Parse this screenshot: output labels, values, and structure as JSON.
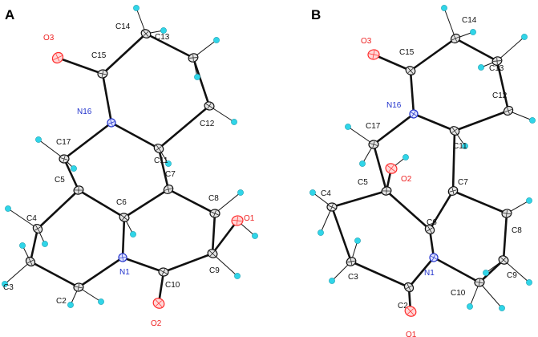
{
  "colors": {
    "carbon_fill": "#e4e4e4",
    "carbon_stroke": "#111111",
    "oxygen": "#ff2a2a",
    "nitrogen": "#2233cc",
    "hydrogen": "#30d5e8",
    "bond": "#111111",
    "label_text": "#111111",
    "oxygen_label": "#ee2222",
    "nitrogen_label": "#2233cc"
  },
  "panels": [
    {
      "id": "A",
      "title": "A",
      "atoms": [
        {
          "label": "O3",
          "element": "O"
        },
        {
          "label": "C15",
          "element": "C"
        },
        {
          "label": "C14",
          "element": "C"
        },
        {
          "label": "C13",
          "element": "C"
        },
        {
          "label": "C12",
          "element": "C"
        },
        {
          "label": "N16",
          "element": "N"
        },
        {
          "label": "C17",
          "element": "C"
        },
        {
          "label": "C11",
          "element": "C"
        },
        {
          "label": "C5",
          "element": "C"
        },
        {
          "label": "C6",
          "element": "C"
        },
        {
          "label": "C7",
          "element": "C"
        },
        {
          "label": "C8",
          "element": "C"
        },
        {
          "label": "C4",
          "element": "C"
        },
        {
          "label": "O1",
          "element": "O"
        },
        {
          "label": "C9",
          "element": "C"
        },
        {
          "label": "N1",
          "element": "N"
        },
        {
          "label": "C10",
          "element": "C"
        },
        {
          "label": "C3",
          "element": "C"
        },
        {
          "label": "C2",
          "element": "C"
        },
        {
          "label": "O2",
          "element": "O"
        }
      ]
    },
    {
      "id": "B",
      "title": "B",
      "atoms": [
        {
          "label": "C14",
          "element": "C"
        },
        {
          "label": "O3",
          "element": "O"
        },
        {
          "label": "C15",
          "element": "C"
        },
        {
          "label": "C13",
          "element": "C"
        },
        {
          "label": "N16",
          "element": "N"
        },
        {
          "label": "C12",
          "element": "C"
        },
        {
          "label": "C17",
          "element": "C"
        },
        {
          "label": "C11",
          "element": "C"
        },
        {
          "label": "C5",
          "element": "C"
        },
        {
          "label": "O2",
          "element": "O"
        },
        {
          "label": "C7",
          "element": "C"
        },
        {
          "label": "C4",
          "element": "C"
        },
        {
          "label": "C6",
          "element": "C"
        },
        {
          "label": "C8",
          "element": "C"
        },
        {
          "label": "C9",
          "element": "C"
        },
        {
          "label": "C3",
          "element": "C"
        },
        {
          "label": "N1",
          "element": "N"
        },
        {
          "label": "C2",
          "element": "C"
        },
        {
          "label": "C10",
          "element": "C"
        },
        {
          "label": "O1",
          "element": "O"
        }
      ]
    }
  ]
}
